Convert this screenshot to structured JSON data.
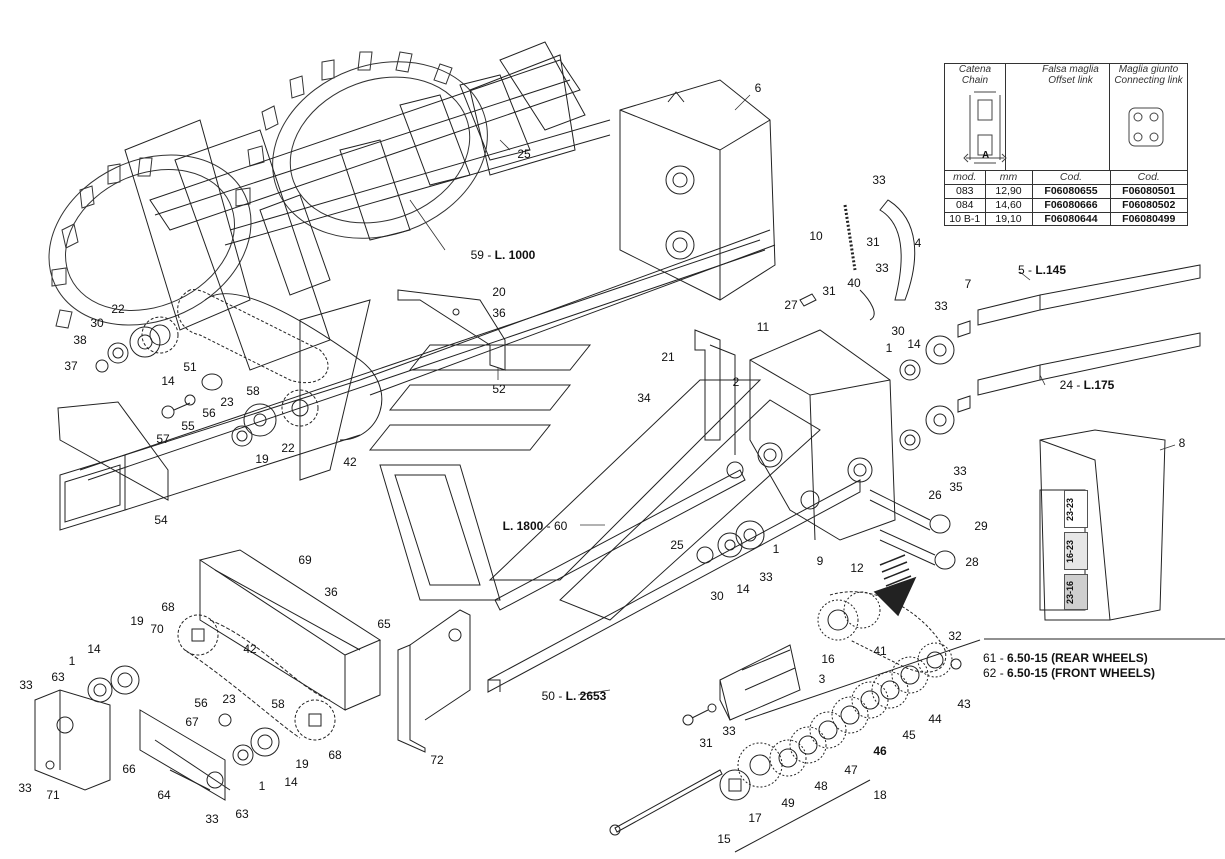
{
  "chain_table": {
    "header": {
      "chain": [
        "Catena",
        "Chain"
      ],
      "offset_link": [
        "Falsa maglia",
        "Offset link"
      ],
      "connecting_link": [
        "Maglia giunto",
        "Connecting link"
      ],
      "dimension_letter": "A"
    },
    "columns": [
      "mod.",
      "mm",
      "Cod.",
      "Cod."
    ],
    "rows": [
      {
        "mod": "083",
        "mm": "12,90",
        "offset": "F06080655",
        "connecting": "F06080501"
      },
      {
        "mod": "084",
        "mm": "14,60",
        "offset": "F06080666",
        "connecting": "F06080502"
      },
      {
        "mod": "10 B-1",
        "mm": "19,10",
        "offset": "F06080644",
        "connecting": "F06080499"
      }
    ]
  },
  "wheels": [
    {
      "num": "61",
      "text": "6.50-15 (REAR WHEELS)"
    },
    {
      "num": "62",
      "text": "6.50-15 (FRONT WHEELS)"
    }
  ],
  "decal_labels": [
    "23-23",
    "16-23",
    "23-16"
  ],
  "dimensions": [
    {
      "id": "59",
      "num": "59",
      "len": "L. 1000"
    },
    {
      "id": "5",
      "num": "5",
      "len": "L.145"
    },
    {
      "id": "24",
      "num": "24",
      "len": "L.175"
    },
    {
      "id": "60",
      "num": "60",
      "len": "L. 1800"
    },
    {
      "id": "50",
      "num": "50",
      "len": "L. 2653"
    }
  ],
  "callouts": [
    {
      "id": "6",
      "t": "6"
    },
    {
      "id": "25a",
      "t": "25"
    },
    {
      "id": "33a",
      "t": "33"
    },
    {
      "id": "10",
      "t": "10"
    },
    {
      "id": "31a",
      "t": "31"
    },
    {
      "id": "4",
      "t": "4"
    },
    {
      "id": "33b",
      "t": "33"
    },
    {
      "id": "40",
      "t": "40"
    },
    {
      "id": "31b",
      "t": "31"
    },
    {
      "id": "27",
      "t": "27"
    },
    {
      "id": "7",
      "t": "7"
    },
    {
      "id": "33c",
      "t": "33"
    },
    {
      "id": "20",
      "t": "20"
    },
    {
      "id": "36a",
      "t": "36"
    },
    {
      "id": "11",
      "t": "11"
    },
    {
      "id": "30a",
      "t": "30"
    },
    {
      "id": "14a",
      "t": "14"
    },
    {
      "id": "22a",
      "t": "22"
    },
    {
      "id": "30b",
      "t": "30"
    },
    {
      "id": "38",
      "t": "38"
    },
    {
      "id": "37",
      "t": "37"
    },
    {
      "id": "51",
      "t": "51"
    },
    {
      "id": "14b",
      "t": "14"
    },
    {
      "id": "21",
      "t": "21"
    },
    {
      "id": "1a",
      "t": "1"
    },
    {
      "id": "2",
      "t": "2"
    },
    {
      "id": "52",
      "t": "52"
    },
    {
      "id": "58a",
      "t": "58"
    },
    {
      "id": "23a",
      "t": "23"
    },
    {
      "id": "34",
      "t": "34"
    },
    {
      "id": "56a",
      "t": "56"
    },
    {
      "id": "57",
      "t": "57"
    },
    {
      "id": "55",
      "t": "55"
    },
    {
      "id": "22b",
      "t": "22"
    },
    {
      "id": "19a",
      "t": "19"
    },
    {
      "id": "42a",
      "t": "42"
    },
    {
      "id": "8",
      "t": "8"
    },
    {
      "id": "33d",
      "t": "33"
    },
    {
      "id": "26",
      "t": "26"
    },
    {
      "id": "35",
      "t": "35"
    },
    {
      "id": "54",
      "t": "54"
    },
    {
      "id": "29",
      "t": "29"
    },
    {
      "id": "9",
      "t": "9"
    },
    {
      "id": "12",
      "t": "12"
    },
    {
      "id": "28",
      "t": "28"
    },
    {
      "id": "25b",
      "t": "25"
    },
    {
      "id": "1b",
      "t": "1"
    },
    {
      "id": "33e",
      "t": "33"
    },
    {
      "id": "14c",
      "t": "14"
    },
    {
      "id": "30c",
      "t": "30"
    },
    {
      "id": "69",
      "t": "69"
    },
    {
      "id": "36b",
      "t": "36"
    },
    {
      "id": "68a",
      "t": "68"
    },
    {
      "id": "65",
      "t": "65"
    },
    {
      "id": "19b",
      "t": "19"
    },
    {
      "id": "70",
      "t": "70"
    },
    {
      "id": "42b",
      "t": "42"
    },
    {
      "id": "14d",
      "t": "14"
    },
    {
      "id": "33f",
      "t": "33"
    },
    {
      "id": "63a",
      "t": "63"
    },
    {
      "id": "1c",
      "t": "1"
    },
    {
      "id": "23b",
      "t": "23"
    },
    {
      "id": "56b",
      "t": "56"
    },
    {
      "id": "58b",
      "t": "58"
    },
    {
      "id": "67",
      "t": "67"
    },
    {
      "id": "72",
      "t": "72"
    },
    {
      "id": "68b",
      "t": "68"
    },
    {
      "id": "66",
      "t": "66"
    },
    {
      "id": "19c",
      "t": "19"
    },
    {
      "id": "1d",
      "t": "1"
    },
    {
      "id": "14e",
      "t": "14"
    },
    {
      "id": "33g",
      "t": "33"
    },
    {
      "id": "71",
      "t": "71"
    },
    {
      "id": "64",
      "t": "64"
    },
    {
      "id": "33h",
      "t": "33"
    },
    {
      "id": "63b",
      "t": "63"
    },
    {
      "id": "32",
      "t": "32"
    },
    {
      "id": "16",
      "t": "16"
    },
    {
      "id": "41",
      "t": "41"
    },
    {
      "id": "3",
      "t": "3"
    },
    {
      "id": "43",
      "t": "43"
    },
    {
      "id": "44",
      "t": "44"
    },
    {
      "id": "31c",
      "t": "31"
    },
    {
      "id": "33i",
      "t": "33"
    },
    {
      "id": "45",
      "t": "45"
    },
    {
      "id": "46",
      "t": "46"
    },
    {
      "id": "47",
      "t": "47"
    },
    {
      "id": "48",
      "t": "48"
    },
    {
      "id": "49",
      "t": "49"
    },
    {
      "id": "18",
      "t": "18"
    },
    {
      "id": "17",
      "t": "17"
    },
    {
      "id": "15",
      "t": "15"
    }
  ]
}
